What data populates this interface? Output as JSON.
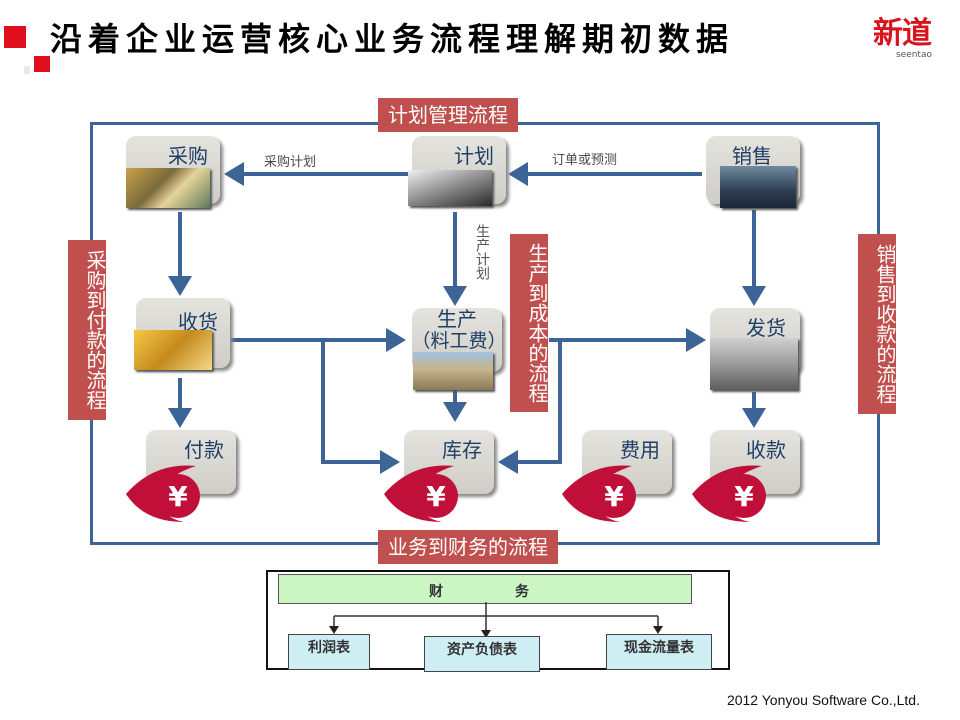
{
  "header": {
    "title": "沿着企业运营核心业务流程理解期初数据",
    "logo_cn": "新道",
    "logo_en": "seentao"
  },
  "colors": {
    "accent_red": "#c0504d",
    "line_blue": "#3c6496",
    "node_text": "#1f3f66",
    "brand_red": "#d9141e"
  },
  "process_labels": {
    "top": "计划管理流程",
    "bottom": "业务到财务的流程",
    "left": "采购到付款的流程",
    "middle": "生产到成本的流程",
    "right": "销售到收款的流程"
  },
  "nodes": {
    "purchase": "采购",
    "plan": "计划",
    "sales": "销售",
    "receiving": "收货",
    "production_line1": "生产",
    "production_line2": "（料工费）",
    "shipping": "发货",
    "payment": "付款",
    "inventory": "库存",
    "expense": "费用",
    "collection": "收款"
  },
  "edges": {
    "plan_to_purchase": "采购计划",
    "sales_to_plan": "订单或预测",
    "plan_to_production": "生产计划"
  },
  "finance": {
    "bar_char1": "财",
    "bar_char2": "务",
    "reports": [
      "利润表",
      "资产负债表",
      "现金流量表"
    ]
  },
  "footer": {
    "copyright": "2012 Yonyou Software Co.,Ltd."
  }
}
